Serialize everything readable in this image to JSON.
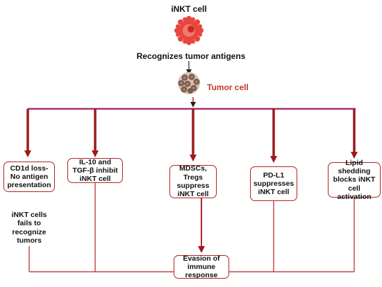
{
  "top": {
    "inkt_label": "iNKT cell",
    "recognizes_label": "Recognizes tumor antigens",
    "tumor_label": "Tumor cell"
  },
  "boxes": [
    {
      "text": "CD1d loss- No antigen presentation"
    },
    {
      "text": "IL-10 and TGF-β inhibit iNKT cell"
    },
    {
      "text": "MDSCs, Tregs suppress iNKT cell"
    },
    {
      "text": "PD-L1 suppresses iNKT cell"
    },
    {
      "text": "Lipid shedding blocks iNKT cell activation"
    }
  ],
  "note": {
    "text": "iNKT cells fails to recognize tumors"
  },
  "outcome": {
    "text": "Evasion of immune response"
  },
  "colors": {
    "connector": "#a8306a",
    "arrow": "#9b1b1b",
    "box_border": "#b22222",
    "tumor_label": "#c0392b"
  }
}
